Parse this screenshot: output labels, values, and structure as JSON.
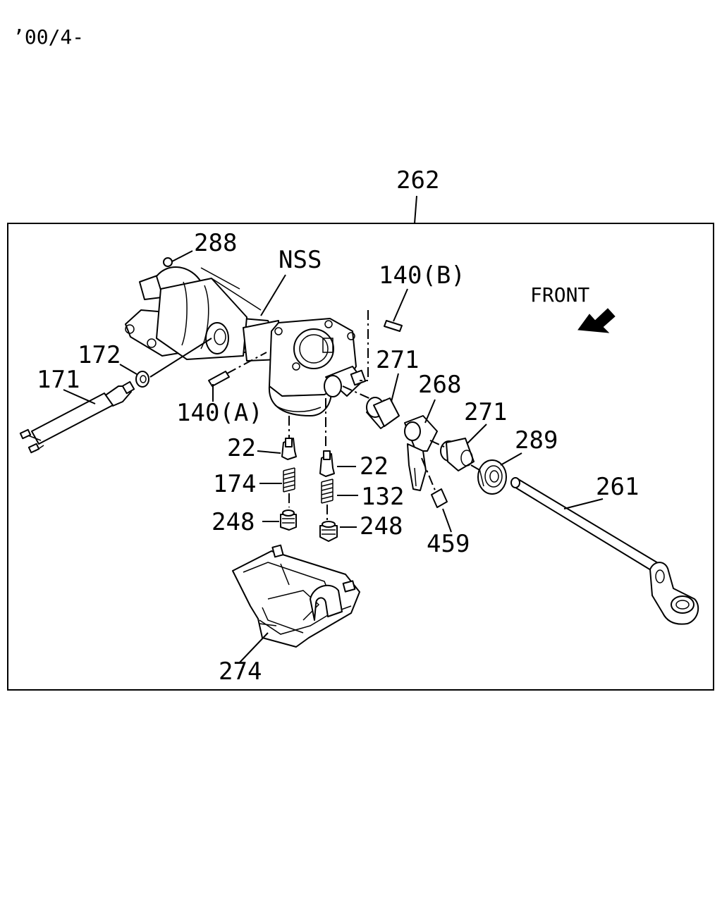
{
  "header": {
    "revision": "’00/4-"
  },
  "assembly": {
    "number": "262"
  },
  "direction": {
    "text": "FRONT",
    "arrow_icon": "front-arrow-icon"
  },
  "callouts": {
    "c288": "288",
    "nss": "NSS",
    "c140b": "140(B)",
    "c172": "172",
    "c171": "171",
    "c140a": "140(A)",
    "c271a": "271",
    "c268": "268",
    "c271b": "271",
    "c289": "289",
    "c261": "261",
    "c22a": "22",
    "c22b": "22",
    "c174": "174",
    "c132": "132",
    "c248a": "248",
    "c248b": "248",
    "c459": "459",
    "c274": "274"
  }
}
